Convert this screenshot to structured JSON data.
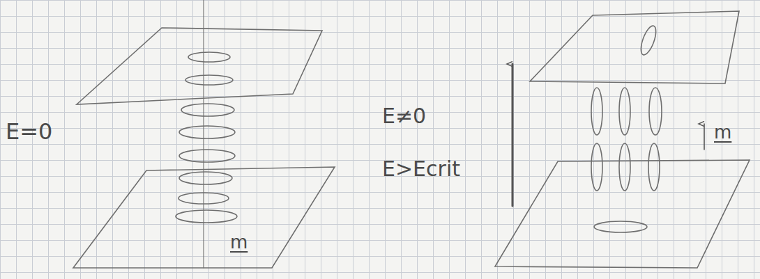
{
  "diagram": {
    "labels": [
      "E=0",
      "m",
      "E≠0",
      "E>Ecrit",
      "m"
    ]
  }
}
